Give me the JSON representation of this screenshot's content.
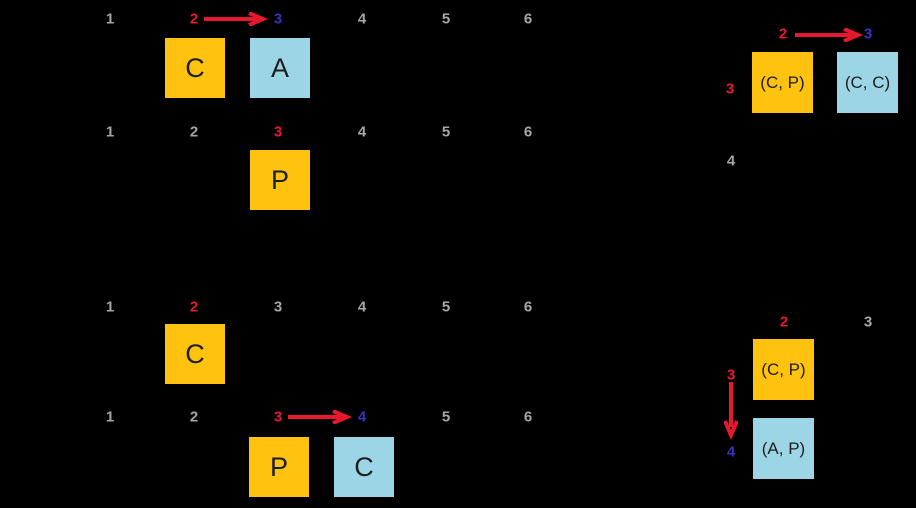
{
  "colors": {
    "background": "#000000",
    "box_yellow": "#FFC20E",
    "box_blue": "#9CD6E6",
    "pointer_red": "#E9182C",
    "pointer_blue": "#3634BE",
    "label_gray": "#A7A7A7",
    "box_text": "#1E1E1E"
  },
  "top_left": {
    "row1": {
      "labels": [
        "1",
        "2",
        "3",
        "4",
        "5",
        "6"
      ],
      "boxes": [
        "C",
        "A"
      ]
    },
    "row2": {
      "labels": [
        "1",
        "2",
        "3",
        "4",
        "5",
        "6"
      ],
      "boxes": [
        "P"
      ]
    }
  },
  "top_right": {
    "col_labels": [
      "2",
      "3"
    ],
    "row_labels": [
      "3",
      "4"
    ],
    "boxes": [
      "(C, P)",
      "(C, C)"
    ]
  },
  "bottom_left": {
    "row1": {
      "labels": [
        "1",
        "2",
        "3",
        "4",
        "5",
        "6"
      ],
      "boxes": [
        "C"
      ]
    },
    "row2": {
      "labels": [
        "1",
        "2",
        "3",
        "4",
        "5",
        "6"
      ],
      "boxes": [
        "P",
        "C"
      ]
    }
  },
  "bottom_right": {
    "col_labels": [
      "2",
      "3"
    ],
    "row_labels": [
      "3",
      "4"
    ],
    "boxes": [
      "(C, P)",
      "(A, P)"
    ]
  }
}
